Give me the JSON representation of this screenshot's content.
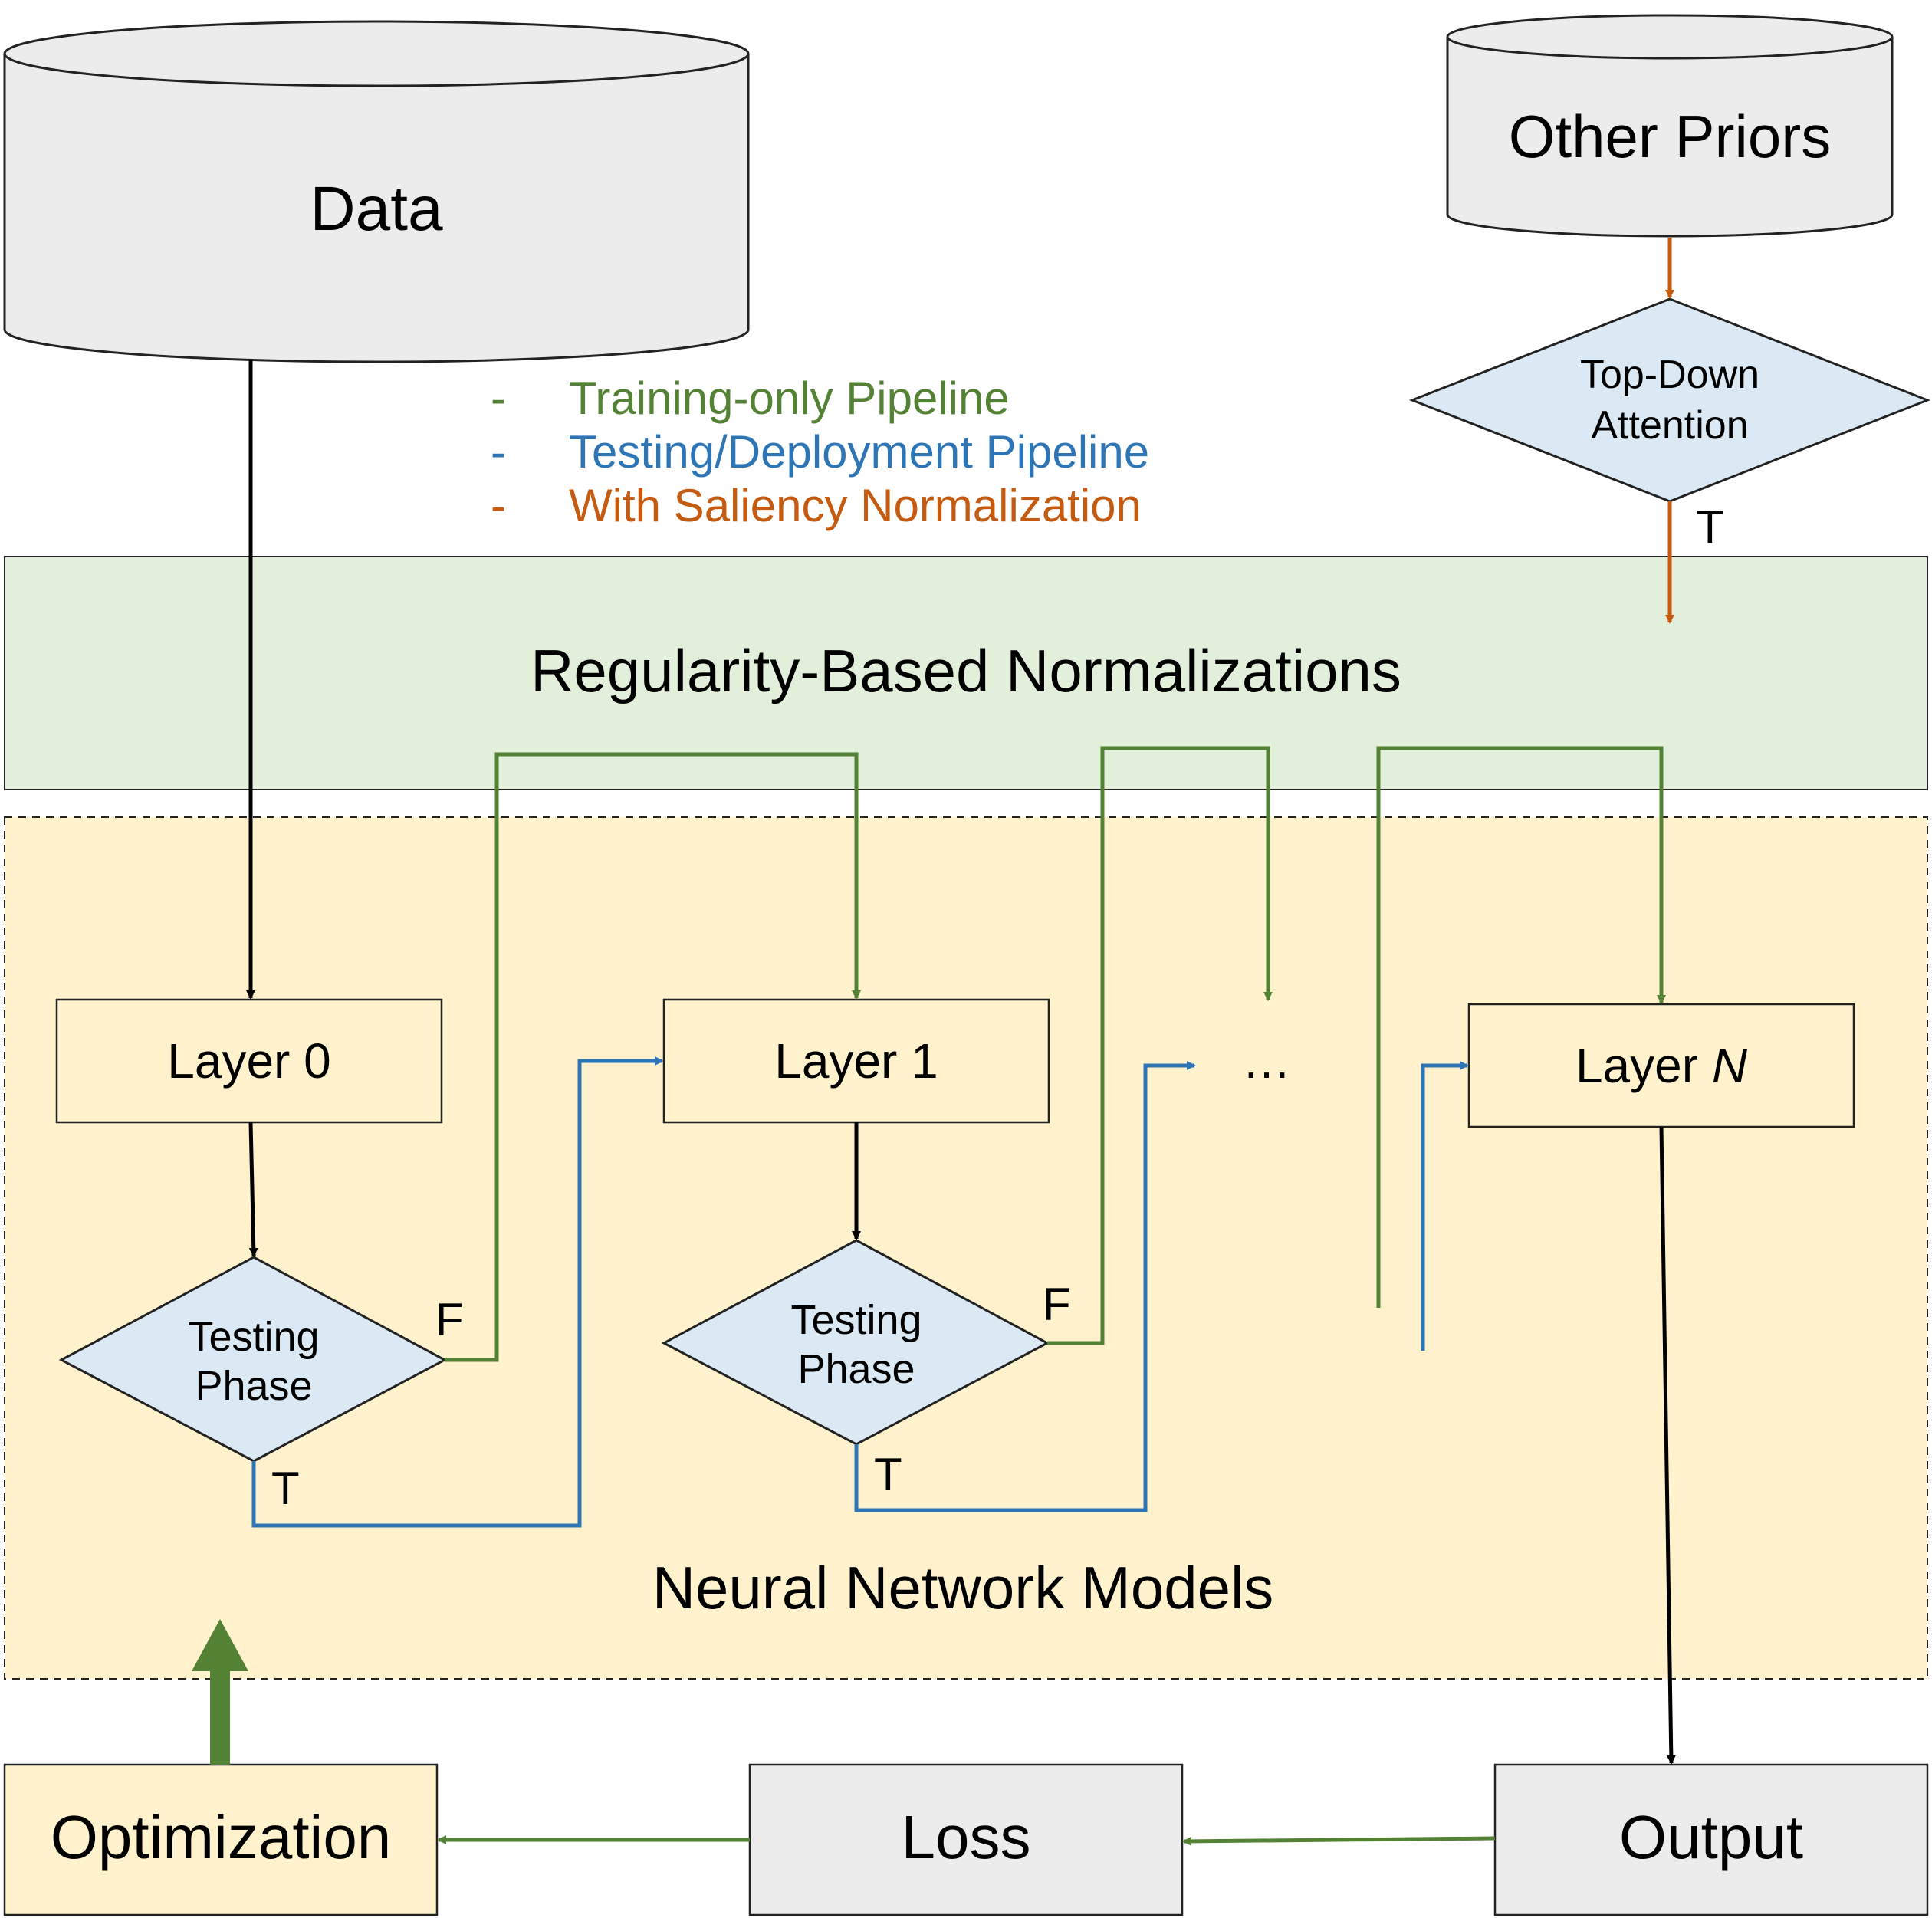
{
  "data_store": {
    "label": "Data"
  },
  "priors_store": {
    "label": "Other Priors"
  },
  "attention": {
    "line1": "Top-Down",
    "line2": "Attention",
    "branch_label": "T"
  },
  "legend": {
    "items": [
      {
        "dash": "-",
        "text": "Training-only Pipeline",
        "color": "#548235"
      },
      {
        "dash": "-",
        "text": "Testing/Deployment Pipeline",
        "color": "#2e75b6"
      },
      {
        "dash": "-",
        "text": "With Saliency Normalization",
        "color": "#c55a11"
      }
    ]
  },
  "regularity": {
    "label": "Regularity-Based Normalizations"
  },
  "nn": {
    "label": "Neural Network Models"
  },
  "layers": {
    "layer0": "Layer 0",
    "layer1": "Layer 1",
    "ellipsis": "…",
    "layerN_prefix": "Layer ",
    "layerN_suffix": "N"
  },
  "decisions": [
    {
      "line1": "Testing",
      "line2": "Phase",
      "false_label": "F",
      "true_label": "T"
    },
    {
      "line1": "Testing",
      "line2": "Phase",
      "false_label": "F",
      "true_label": "T"
    }
  ],
  "bottom": {
    "optimization": "Optimization",
    "loss": "Loss",
    "output": "Output"
  },
  "colors": {
    "green": "#548235",
    "blue": "#2e75b6",
    "orange": "#c55a11",
    "gray_fill": "#ececec",
    "green_fill": "#e2efda",
    "yellow_fill": "#fff2cc",
    "diamond_fill": "#dbe9f5"
  }
}
